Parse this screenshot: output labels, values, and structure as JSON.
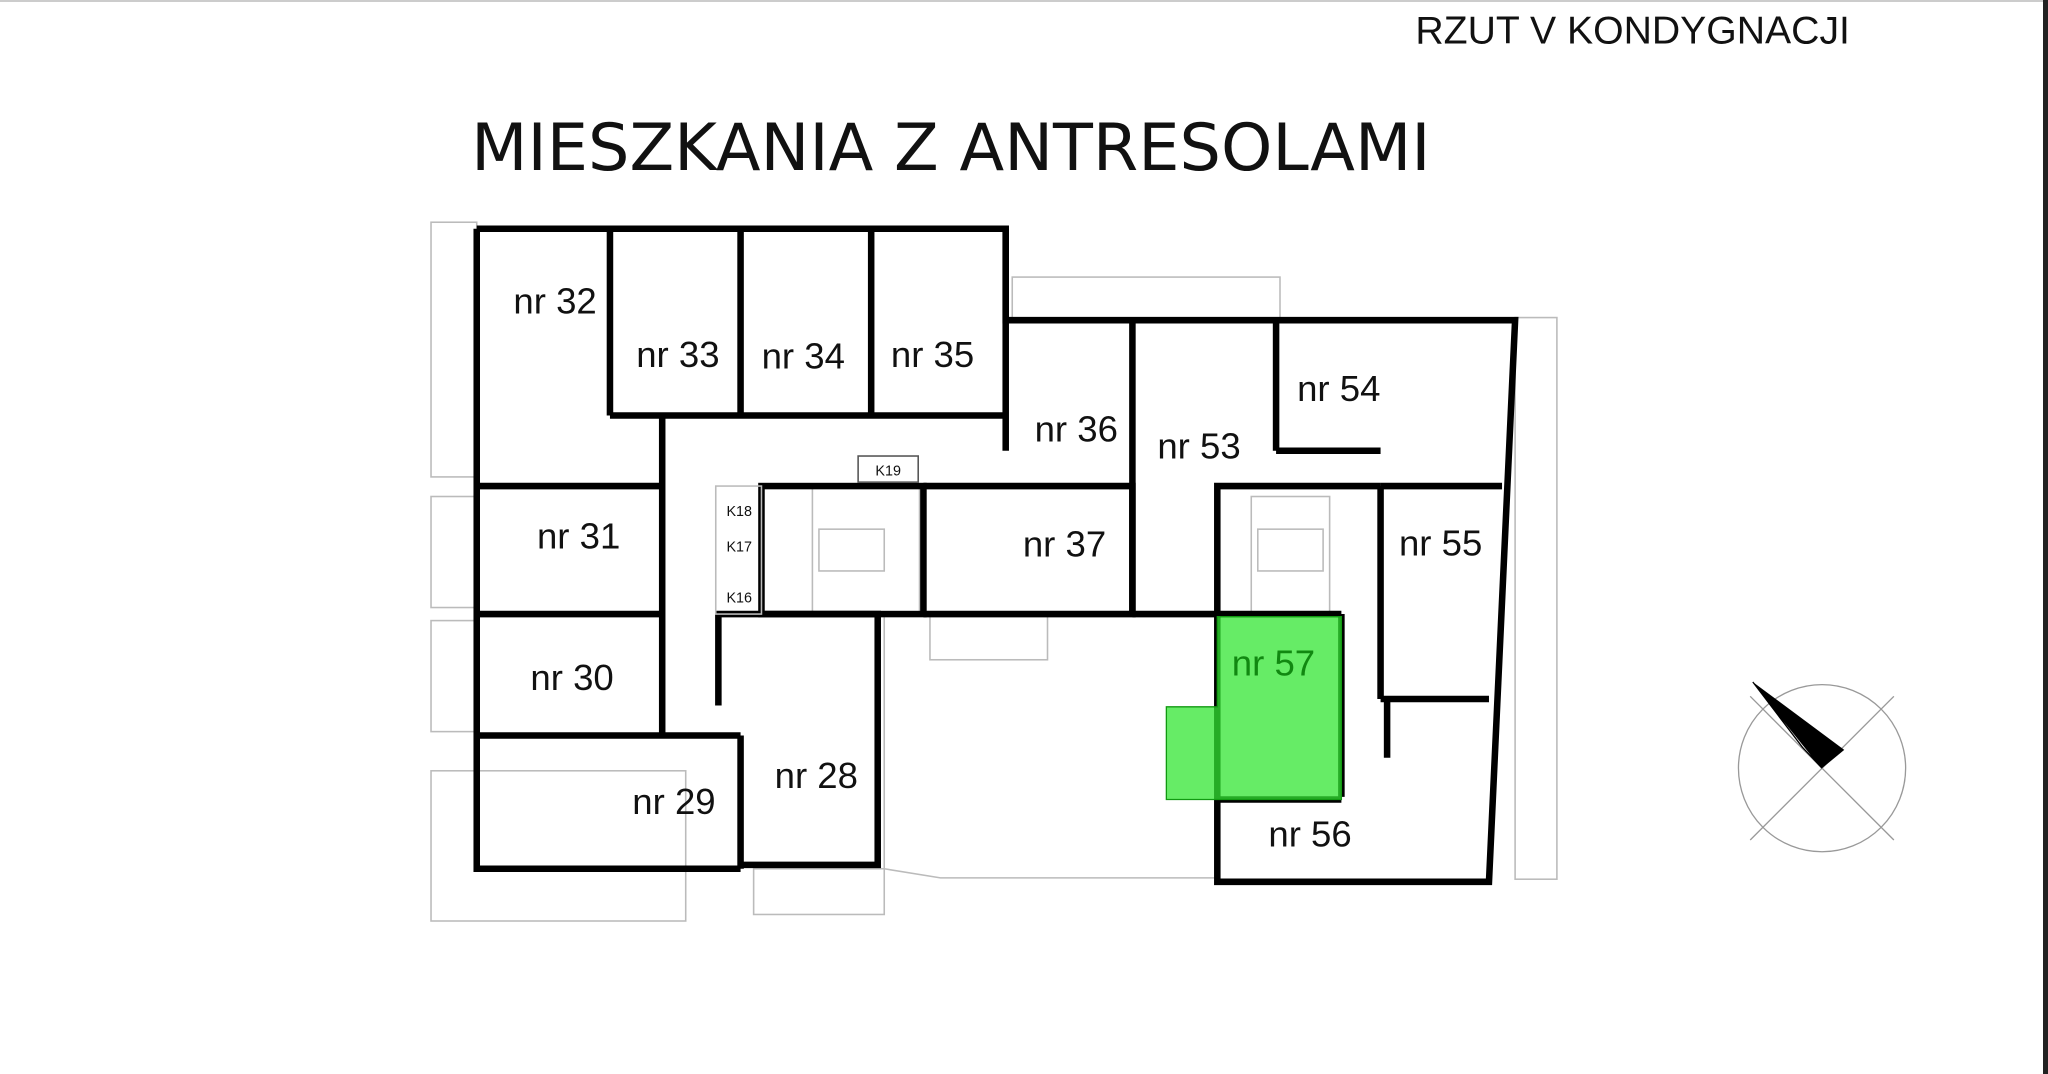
{
  "header": {
    "floor": "RZUT  V  KONDYGNACJI",
    "title": "MIESZKANIA Z ANTRESOLAMI"
  },
  "apartments": [
    {
      "id": "32",
      "label": "nr 32"
    },
    {
      "id": "33",
      "label": "nr 33"
    },
    {
      "id": "34",
      "label": "nr 34"
    },
    {
      "id": "35",
      "label": "nr 35"
    },
    {
      "id": "36",
      "label": "nr 36"
    },
    {
      "id": "53",
      "label": "nr 53"
    },
    {
      "id": "54",
      "label": "nr 54"
    },
    {
      "id": "31",
      "label": "nr 31"
    },
    {
      "id": "37",
      "label": "nr 37"
    },
    {
      "id": "55",
      "label": "nr 55"
    },
    {
      "id": "30",
      "label": "nr 30"
    },
    {
      "id": "57",
      "label": "nr 57",
      "selected": true
    },
    {
      "id": "28",
      "label": "nr 28"
    },
    {
      "id": "29",
      "label": "nr 29"
    },
    {
      "id": "56",
      "label": "nr 56"
    }
  ],
  "storage": [
    "K19",
    "K18",
    "K17",
    "K16"
  ],
  "colors": {
    "highlight": "#33e633",
    "highlight_text": "#118811"
  }
}
